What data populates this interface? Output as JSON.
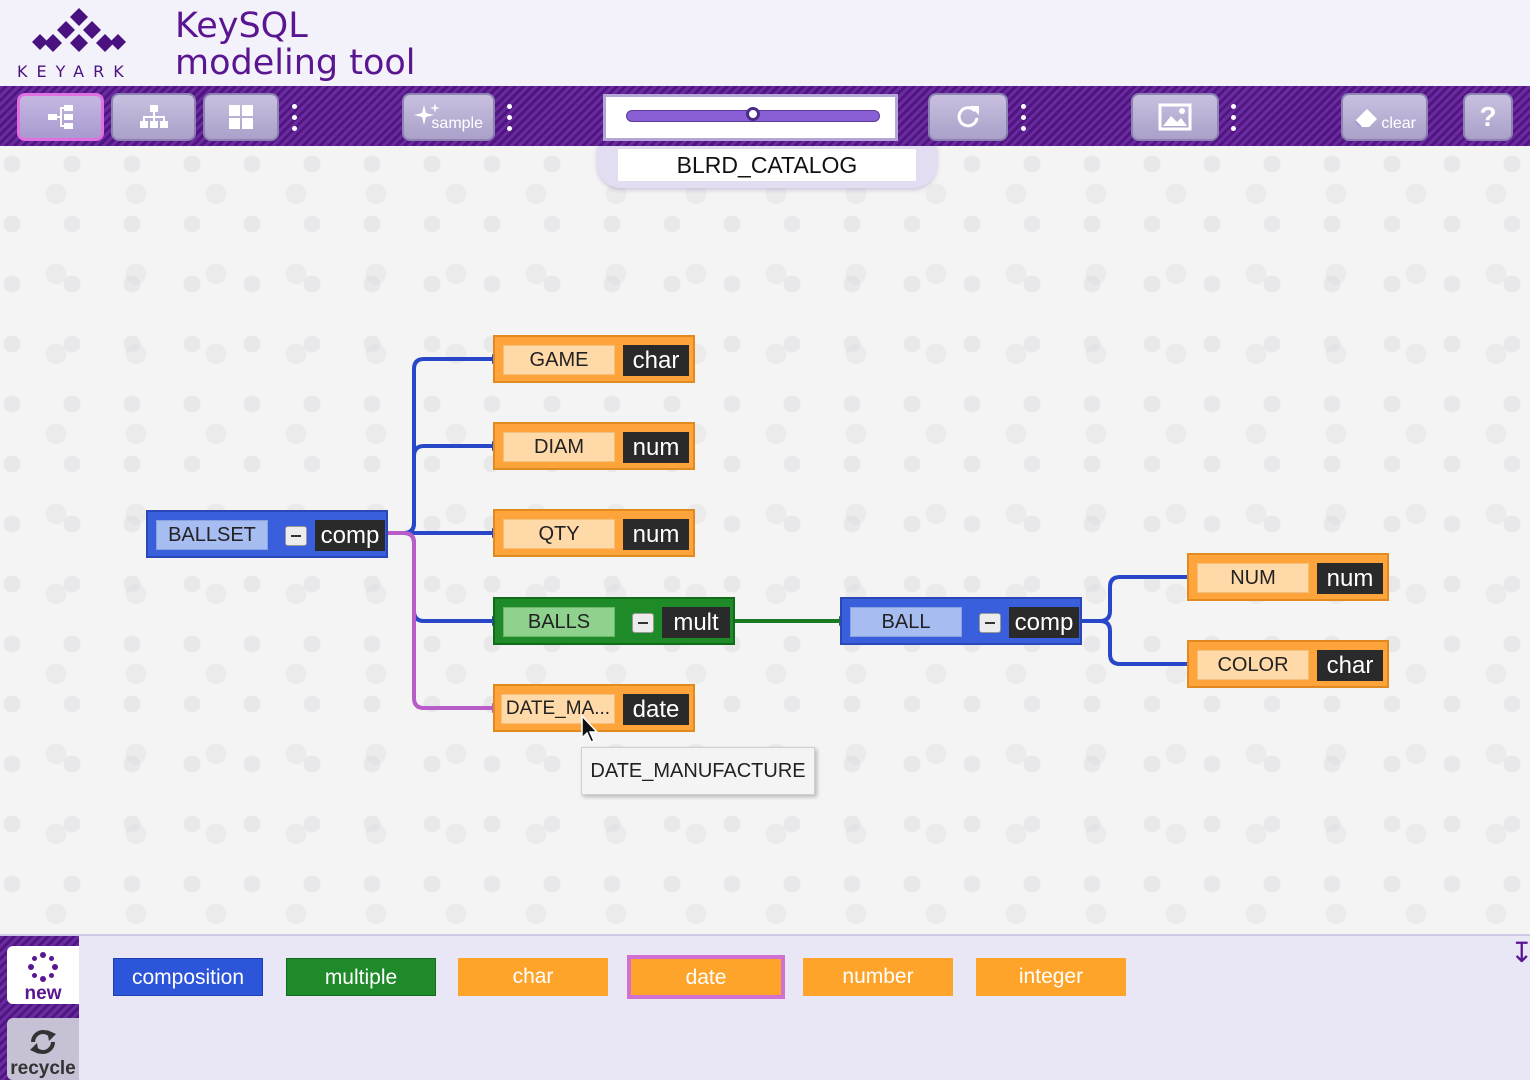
{
  "header": {
    "logo_word": "KEYARK",
    "title_line1": "KeySQL",
    "title_line2": "modeling tool"
  },
  "toolbar": {
    "sample_label": "sample",
    "clear_label": "clear",
    "help_label": "?",
    "zoom_level": 0.5
  },
  "canvas": {
    "catalog_name": "BLRD_CATALOG",
    "nodes": {
      "ballset": {
        "name": "BALLSET",
        "type": "comp"
      },
      "game": {
        "name": "GAME",
        "type": "char"
      },
      "diam": {
        "name": "DIAM",
        "type": "num"
      },
      "qty": {
        "name": "QTY",
        "type": "num"
      },
      "balls": {
        "name": "BALLS",
        "type": "mult"
      },
      "date_ma": {
        "name": "DATE_MA...",
        "type": "date"
      },
      "ball": {
        "name": "BALL",
        "type": "comp"
      },
      "num": {
        "name": "NUM",
        "type": "num"
      },
      "color": {
        "name": "COLOR",
        "type": "char"
      }
    },
    "tooltip": "DATE_MANUFACTURE"
  },
  "palette": {
    "new_label": "new",
    "recycle_label": "recycle",
    "items": [
      {
        "label": "composition",
        "color": "#2c55d9"
      },
      {
        "label": "multiple",
        "color": "#1f8a2a"
      },
      {
        "label": "char",
        "color": "#ffa42b"
      },
      {
        "label": "date",
        "color": "#ffa42b"
      },
      {
        "label": "number",
        "color": "#ffa42b"
      },
      {
        "label": "integer",
        "color": "#ffa42b"
      }
    ],
    "selected": "date"
  },
  "colors": {
    "brand": "#5a1590",
    "comp": "#3a5fdc",
    "mult": "#1e8a28",
    "char": "#ffa43b",
    "highlight": "#d070d0"
  }
}
